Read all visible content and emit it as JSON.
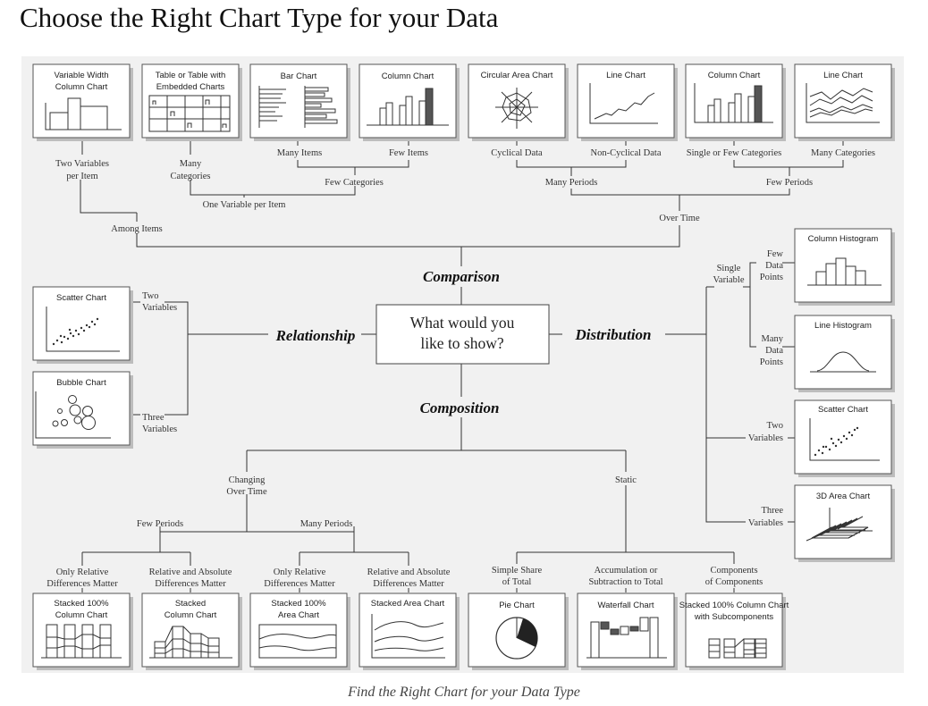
{
  "page": {
    "title": "Choose the Right Chart Type for your Data",
    "caption": "Find the Right Chart for your Data Type"
  },
  "center": {
    "question_line1": "What would you",
    "question_line2": "like to show?"
  },
  "categories": {
    "comparison": "Comparison",
    "relationship": "Relationship",
    "distribution": "Distribution",
    "composition": "Composition"
  },
  "charts": {
    "variable_width_column": [
      "Variable Width",
      "Column Chart"
    ],
    "table_embedded": [
      "Table or Table with",
      "Embedded Charts"
    ],
    "bar_chart": [
      "Bar Chart"
    ],
    "column_chart_1": [
      "Column Chart"
    ],
    "circular_area": [
      "Circular Area Chart"
    ],
    "line_chart_1": [
      "Line Chart"
    ],
    "column_chart_2": [
      "Column Chart"
    ],
    "line_chart_2": [
      "Line Chart"
    ],
    "scatter_chart_1": [
      "Scatter Chart"
    ],
    "bubble_chart": [
      "Bubble Chart"
    ],
    "column_histogram": [
      "Column Histogram"
    ],
    "line_histogram": [
      "Line Histogram"
    ],
    "scatter_chart_2": [
      "Scatter Chart"
    ],
    "area_3d": [
      "3D Area Chart"
    ],
    "stacked_100_column": [
      "Stacked 100%",
      "Column Chart"
    ],
    "stacked_column": [
      "Stacked",
      "Column Chart"
    ],
    "stacked_100_area": [
      "Stacked 100%",
      "Area Chart"
    ],
    "stacked_area": [
      "Stacked Area Chart"
    ],
    "pie_chart": [
      "Pie Chart"
    ],
    "waterfall": [
      "Waterfall Chart"
    ],
    "stacked_100_subcomponents": [
      "Stacked 100% Column Chart",
      "with Subcomponents"
    ]
  },
  "labels": {
    "two_variables_per_item": [
      "Two Variables",
      "per Item"
    ],
    "many_categories_1": [
      "Many",
      "Categories"
    ],
    "many_items": "Many Items",
    "few_items": "Few Items",
    "few_categories": "Few Categories",
    "one_variable_per_item": "One Variable per Item",
    "among_items": "Among Items",
    "cyclical_data": "Cyclical Data",
    "non_cyclical_data": "Non-Cyclical Data",
    "single_or_few_categories": "Single or Few Categories",
    "many_categories_2": "Many Categories",
    "many_periods_1": "Many Periods",
    "few_periods_1": "Few Periods",
    "over_time": "Over Time",
    "rel_two_variables": [
      "Two",
      "Variables"
    ],
    "rel_three_variables": [
      "Three",
      "Variables"
    ],
    "single_variable": [
      "Single",
      "Variable"
    ],
    "few_data_points": [
      "Few",
      "Data",
      "Points"
    ],
    "many_data_points": [
      "Many",
      "Data",
      "Points"
    ],
    "dist_two_variables": [
      "Two",
      "Variables"
    ],
    "dist_three_variables": [
      "Three",
      "Variables"
    ],
    "changing_over_time": [
      "Changing",
      "Over Time"
    ],
    "static": "Static",
    "few_periods_2": "Few Periods",
    "many_periods_2": "Many Periods",
    "only_relative_1": [
      "Only Relative",
      "Differences Matter"
    ],
    "rel_and_abs_1": [
      "Relative and Absolute",
      "Differences Matter"
    ],
    "only_relative_2": [
      "Only Relative",
      "Differences Matter"
    ],
    "rel_and_abs_2": [
      "Relative and Absolute",
      "Differences Matter"
    ],
    "simple_share": [
      "Simple Share",
      "of Total"
    ],
    "accumulation": [
      "Accumulation or",
      "Subtraction to Total"
    ],
    "components": [
      "Components",
      "of Components"
    ]
  }
}
